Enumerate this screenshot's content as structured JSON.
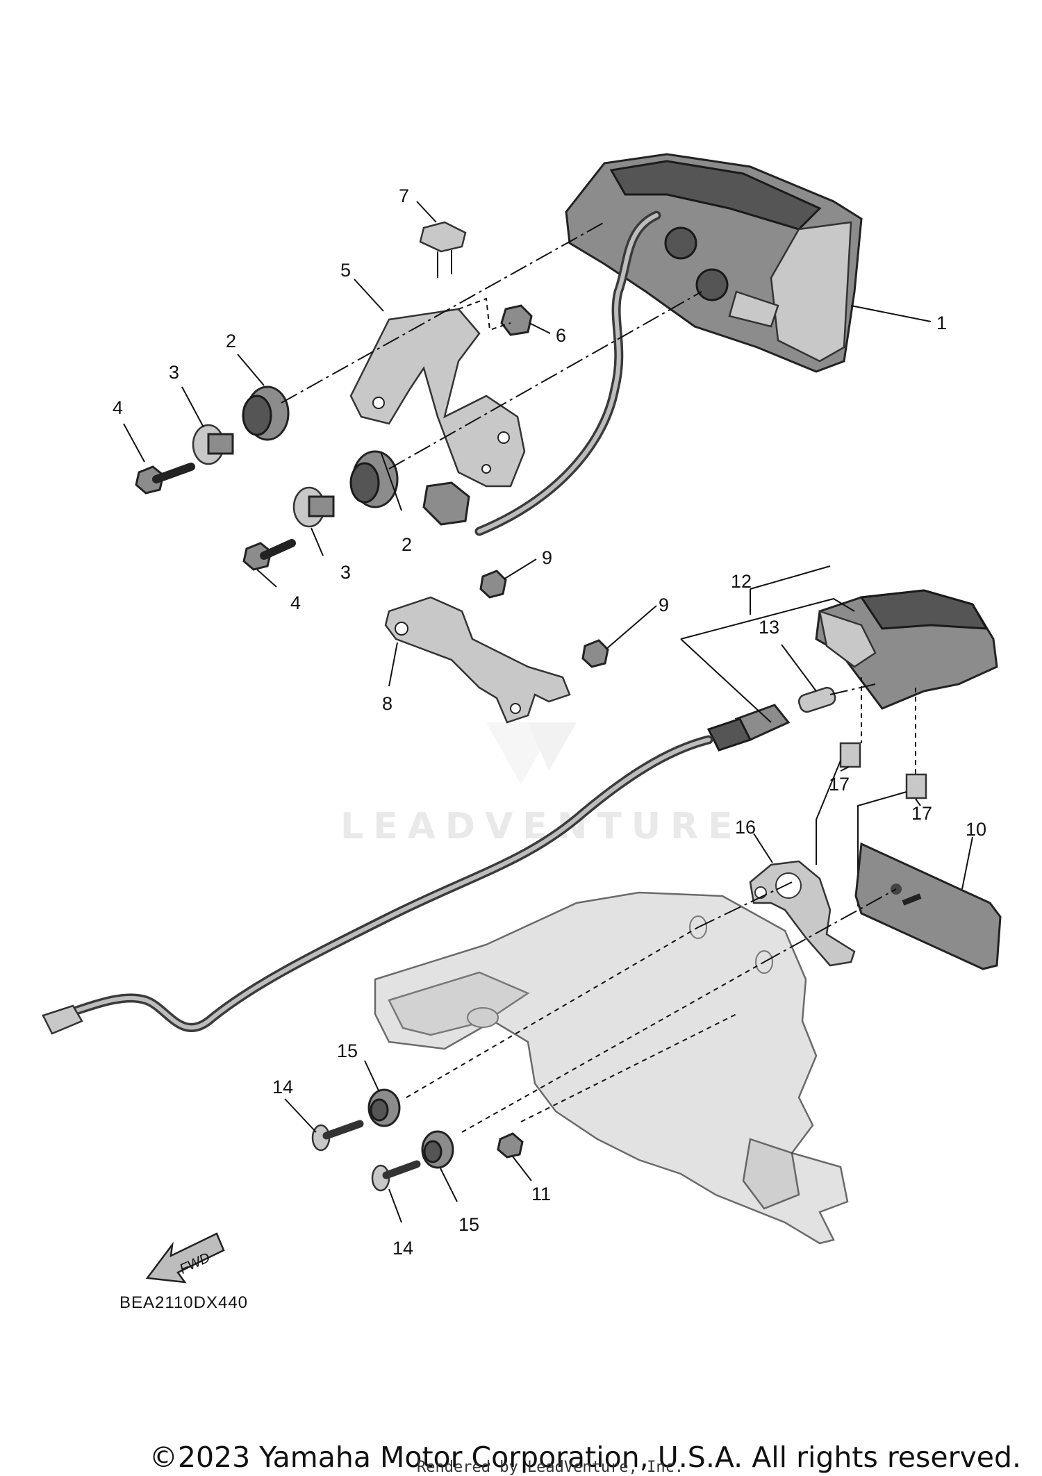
{
  "diagram": {
    "watermark_text": "LEADVENTURE",
    "diagram_code": "BEA2110DX440",
    "fwd_label": "FWD",
    "copyright": "©2023 Yamaha Motor Corporation, U.S.A. All rights reserved.",
    "rendered_by": "Rendered by LeadVenture, Inc.",
    "callouts": {
      "c1": "1",
      "c2a": "2",
      "c2b": "2",
      "c3a": "3",
      "c3b": "3",
      "c4a": "4",
      "c4b": "4",
      "c5": "5",
      "c6": "6",
      "c7": "7",
      "c8": "8",
      "c9a": "9",
      "c9b": "9",
      "c10": "10",
      "c11": "11",
      "c12": "12",
      "c13": "13",
      "c14a": "14",
      "c14b": "14",
      "c15a": "15",
      "c15b": "15",
      "c16": "16",
      "c17a": "17",
      "c17b": "17"
    }
  }
}
